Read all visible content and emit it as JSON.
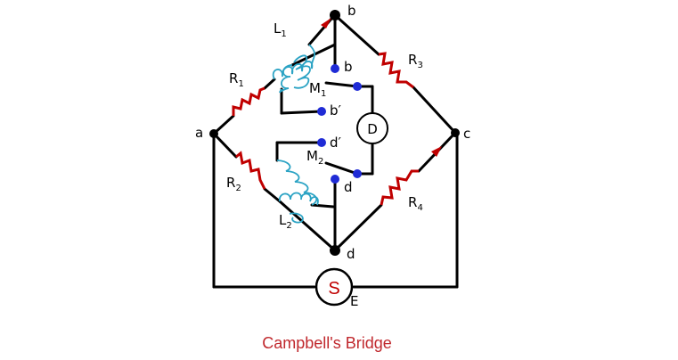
{
  "caption": "Campbell's Bridge",
  "nodes": {
    "a": "a",
    "b": "b",
    "c": "c",
    "d": "d"
  },
  "contacts": {
    "b": "b",
    "b_prime": "b′",
    "d": "d",
    "d_prime": "d′"
  },
  "components": {
    "L1": {
      "letter": "L",
      "sub": "1"
    },
    "L2": {
      "letter": "L",
      "sub": "2"
    },
    "M1": {
      "letter": "M",
      "sub": "1"
    },
    "M2": {
      "letter": "M",
      "sub": "2"
    },
    "R1": {
      "letter": "R",
      "sub": "1"
    },
    "R2": {
      "letter": "R",
      "sub": "2"
    },
    "R3": {
      "letter": "R",
      "sub": "3"
    },
    "R4": {
      "letter": "R",
      "sub": "4"
    }
  },
  "detector": "D",
  "source": {
    "symbol": "S",
    "label": "E"
  },
  "colors": {
    "wire": "#000000",
    "resistor": "#c00000",
    "inductor": "#2ba3c4",
    "contact": "#1f2bd6",
    "caption": "#c0282d"
  }
}
